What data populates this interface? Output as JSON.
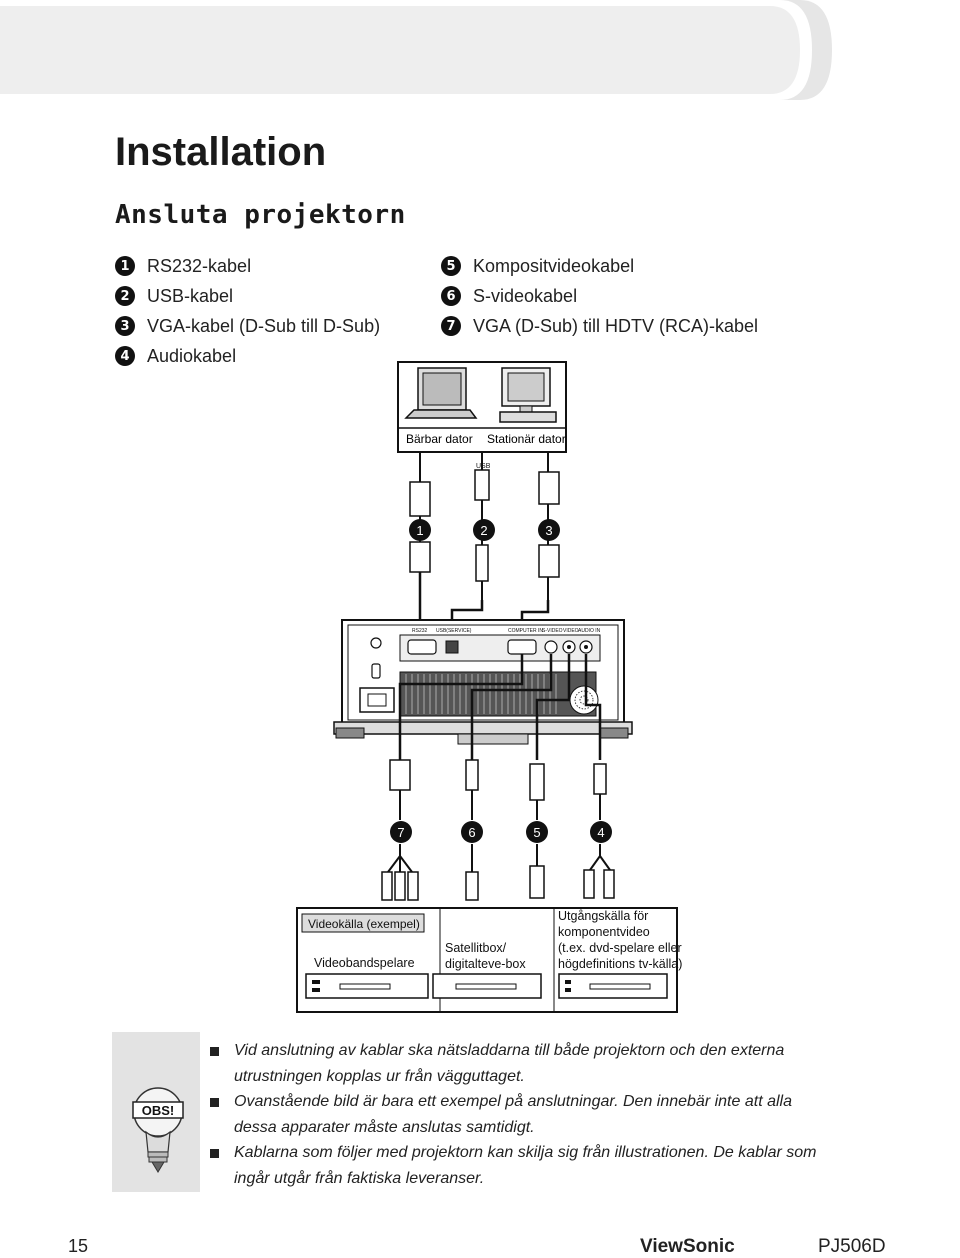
{
  "page": {
    "title": "Installation",
    "subtitle": "Ansluta projektorn"
  },
  "legend": {
    "left": [
      {
        "n": "1",
        "label": "RS232-kabel"
      },
      {
        "n": "2",
        "label": "USB-kabel"
      },
      {
        "n": "3",
        "label": "VGA-kabel (D-Sub till D-Sub)"
      },
      {
        "n": "4",
        "label": "Audiokabel"
      }
    ],
    "right": [
      {
        "n": "5",
        "label": "Kompositvideokabel"
      },
      {
        "n": "6",
        "label": "S-videokabel"
      },
      {
        "n": "7",
        "label": "VGA (D-Sub) till HDTV (RCA)-kabel"
      }
    ]
  },
  "diagram": {
    "laptop_label": "Bärbar dator",
    "desktop_label": "Stationär dator",
    "usb_port_text": "USB",
    "top_badges": [
      "1",
      "2",
      "3"
    ],
    "bottom_badges": [
      "7",
      "6",
      "5",
      "4"
    ],
    "panel_labels": {
      "rs232": "RS232",
      "usb": "USB(SERVICE)",
      "computer": "COMPUTER IN",
      "svideo": "S-VIDEO",
      "video": "VIDEO",
      "audio": "AUDIO IN"
    },
    "source_group_label": "Videokälla (exempel)",
    "vcr_label": "Videobandspelare",
    "stb_label_1": "Satellitbox/",
    "stb_label_2": "digitalteve-box",
    "comp_label_1": "Utgångskälla för",
    "comp_label_2": "komponentvideo",
    "comp_label_3": "(t.ex. dvd-spelare eller",
    "comp_label_4": "högdefinitions tv-källa)"
  },
  "note": {
    "icon_text": "OBS!",
    "items": [
      "Vid anslutning av kablar ska nätsladdarna till både projektorn och den externa utrustningen kopplas ur från vägguttaget.",
      "Ovanstående bild är bara ett exempel på anslutningar. Den innebär inte att alla dessa apparater måste anslutas samtidigt.",
      "Kablarna som följer med projektorn kan skilja sig från illustrationen. De kablar som ingår utgår från faktiska leveranser."
    ]
  },
  "footer": {
    "page_number": "15",
    "brand": "ViewSonic",
    "model": "PJ506D"
  }
}
